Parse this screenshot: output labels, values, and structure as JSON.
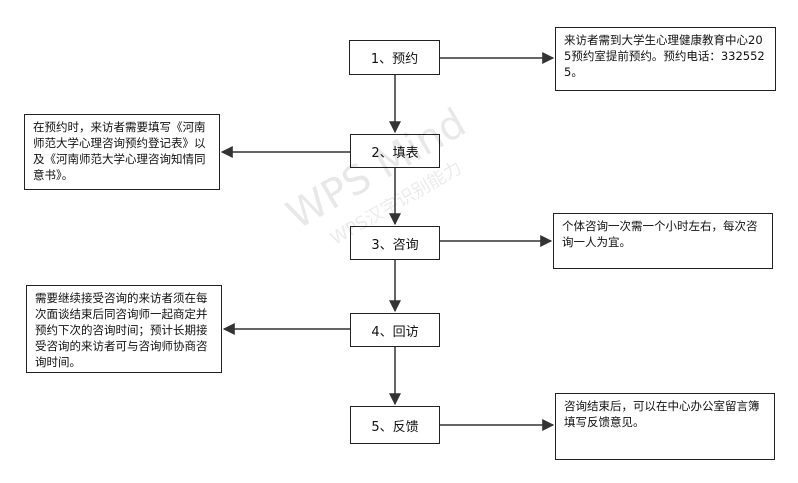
{
  "colors": {
    "line": "#333333",
    "border": "#222222",
    "background": "#ffffff"
  },
  "steps": [
    {
      "label": "1、预约"
    },
    {
      "label": "2、填表"
    },
    {
      "label": "3、咨询"
    },
    {
      "label": "4、回访"
    },
    {
      "label": "5、反馈"
    }
  ],
  "notes": {
    "appointment": "来访者需到大学生心理健康教育中心205预约室提前预约。预约电话：3325525。",
    "form": "在预约时，来访者需要填写《河南师范大学心理咨询预约登记表》以及《河南师范大学心理咨询知情同意书》。",
    "consult": "个体咨询一次需一个小时左右，每次咨询一人为宜。",
    "followup": "需要继续接受咨询的来访者须在每次面谈结束后同咨询师一起商定并预约下次的咨询时间；预计长期接受咨询的来访者可与咨询师协商咨询时间。",
    "feedback": "咨询结束后，可以在中心办公室留言簿填写反馈意见。"
  },
  "watermark": {
    "title": "WPS Mind",
    "subtitle": "WPS汉字识别能力"
  }
}
